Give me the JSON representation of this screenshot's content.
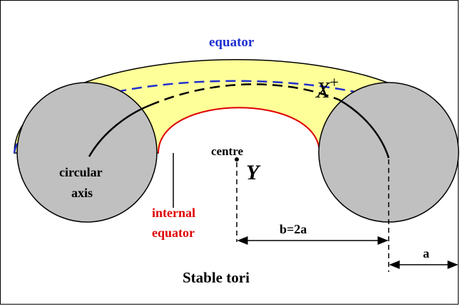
{
  "diagram": {
    "title": "Stable tori",
    "labels": {
      "equator": "equator",
      "x_plus_base": "X",
      "x_plus_sup": "+",
      "centre": "centre",
      "y": "Y",
      "circular_axis_line1": "circular",
      "circular_axis_line2": "axis",
      "internal_equator_line1": "internal",
      "internal_equator_line2": "equator",
      "b_dimension": "b=2a",
      "a_dimension": "a"
    },
    "colors": {
      "torus_fill": "#ffff99",
      "tube_section_fill": "#c0c0c0",
      "equator_dashes": "#1f2fd0",
      "internal_equator": "#e00000",
      "internal_equator_text": "#e00000",
      "outline": "#000000"
    }
  }
}
